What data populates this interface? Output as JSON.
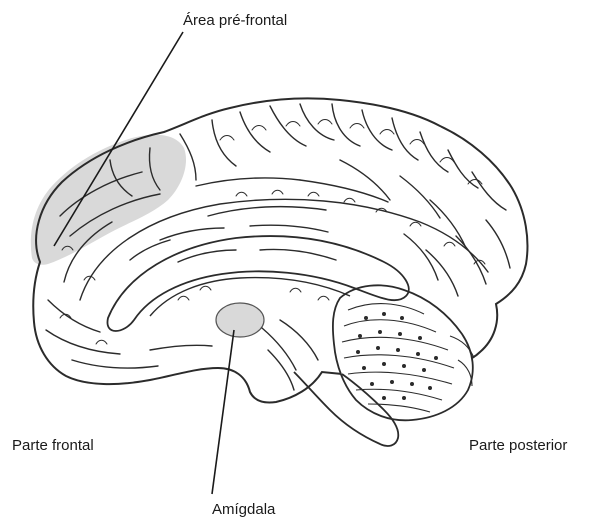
{
  "labels": {
    "prefrontal": "Área pré-frontal",
    "frontal": "Parte frontal",
    "posterior": "Parte posterior",
    "amygdala": "Amígdala"
  },
  "colors": {
    "outline": "#2b2b2b",
    "highlight": "#d9d9d9",
    "background": "#ffffff"
  }
}
